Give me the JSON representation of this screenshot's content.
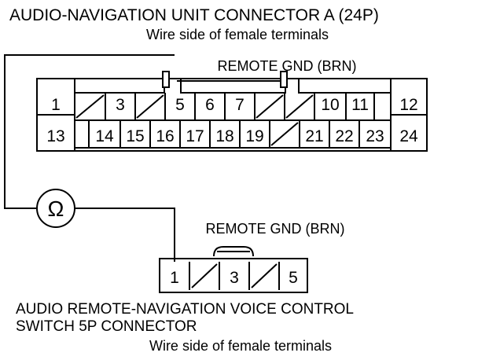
{
  "top_connector": {
    "title": "AUDIO-NAVIGATION UNIT CONNECTOR A (24P)",
    "subtitle": "Wire side of female terminals",
    "wire_label": "REMOTE GND (BRN)",
    "row1": [
      "1",
      "",
      "3",
      "",
      "5",
      "6",
      "7",
      "",
      "",
      "10",
      "11",
      "12"
    ],
    "row2": [
      "13",
      "",
      "14",
      "15",
      "16",
      "17",
      "18",
      "19",
      "",
      "21",
      "22",
      "23",
      "24"
    ]
  },
  "ohmmeter": {
    "symbol": "Ω"
  },
  "bottom_connector": {
    "wire_label": "REMOTE GND (BRN)",
    "pins": [
      "1",
      "",
      "3",
      "",
      "5"
    ],
    "title_line1": "AUDIO REMOTE-NAVIGATION VOICE CONTROL",
    "title_line2": "SWITCH 5P CONNECTOR",
    "subtitle": "Wire side of female terminals"
  },
  "colors": {
    "ink": "#000000",
    "paper": "#ffffff"
  }
}
